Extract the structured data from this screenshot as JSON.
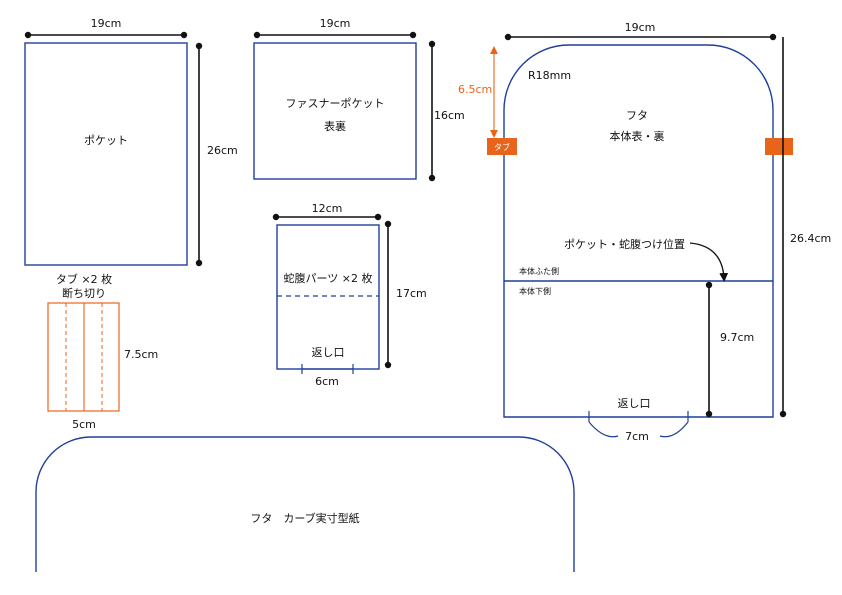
{
  "pieces": {
    "pocket": {
      "label": "ポケット",
      "width": "19cm",
      "height": "26cm"
    },
    "zipper_pocket": {
      "label_line1": "ファスナーポケット",
      "label_line2": "表裏",
      "width": "19cm",
      "height": "16cm"
    },
    "gusset": {
      "label": "蛇腹パーツ ×2 枚",
      "width": "12cm",
      "height": "17cm",
      "opening": "返し口",
      "opening_width": "6cm"
    },
    "tab": {
      "label_line1": "タブ ×2 枚",
      "label_line2": "断ち切り",
      "width": "5cm",
      "height": "7.5cm"
    },
    "body": {
      "width": "19cm",
      "radius": "R18mm",
      "tab_offset": "6.5cm",
      "tab_tag": "タブ",
      "label_line1": "フタ",
      "label_line2": "本体表・裏",
      "placement_note": "ポケット・蛇腹つけ位置",
      "flap_side": "本体ふた側",
      "bottom_side": "本体下側",
      "height": "26.4cm",
      "lower_height": "9.7cm",
      "opening": "返し口",
      "opening_width": "7cm"
    },
    "flap_template": {
      "label": "フタ　カーブ実寸型紙"
    }
  },
  "colors": {
    "outline": "#1f3f9a",
    "accent": "#e8641b",
    "dimension": "#111111"
  }
}
